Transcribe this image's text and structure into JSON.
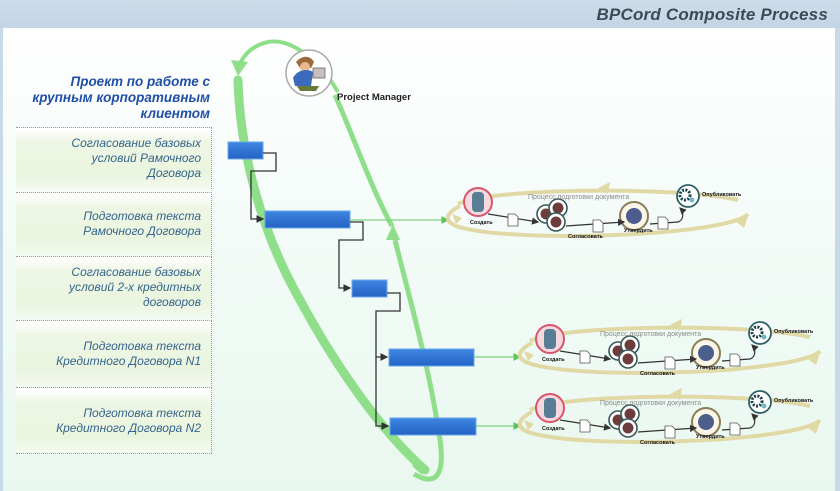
{
  "header": {
    "title": "BPCord Composite Process"
  },
  "project": {
    "title": "Проект по работе с крупным корпоративным клиентом"
  },
  "role": {
    "label": "Project Manager",
    "icon": "project-manager-avatar"
  },
  "phases": [
    {
      "label": "Согласование базовых условий Рамочного Договора",
      "has_subprocess": false
    },
    {
      "label": "Подготовка текста Рамочного Договора",
      "has_subprocess": true
    },
    {
      "label": "Согласование базовых условий 2-х кредитных договоров",
      "has_subprocess": false
    },
    {
      "label": "Подготовка текста Кредитного Договора N1",
      "has_subprocess": true
    },
    {
      "label": "Подготовка текста Кредитного Договора N2",
      "has_subprocess": true
    }
  ],
  "subprocess": {
    "title": "Процесс подготовки документа",
    "steps": [
      {
        "label": "Создать",
        "icon": "author-avatar"
      },
      {
        "label": "Согласовать",
        "icon": "approvers-group-avatar"
      },
      {
        "label": "Утвердить",
        "icon": "manager-avatar"
      },
      {
        "label": "Опубликовать",
        "icon": "gears-icon"
      }
    ]
  },
  "colors": {
    "gantt_bar": "#2f6fd0",
    "cycle_arrow": "#8fdf8a",
    "subprocess_loop": "#e0d9a6",
    "title_blue": "#1f4fa6",
    "phase_text": "#35648e"
  }
}
